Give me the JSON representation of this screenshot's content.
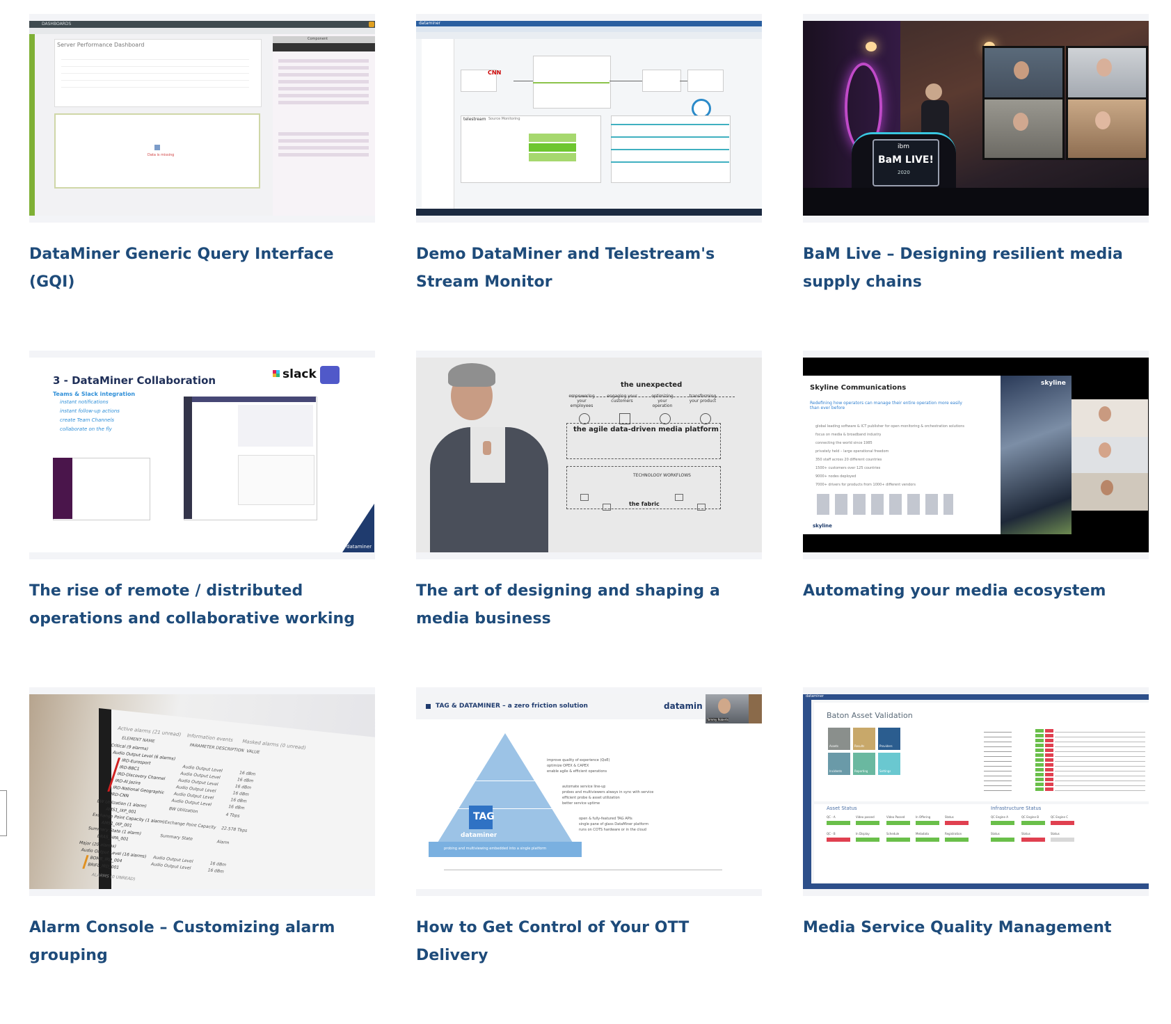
{
  "cards": [
    {
      "title": "DataMiner Generic Query Interface (GQI)",
      "thumbnail": {
        "app_header": "DASHBOARDS",
        "dashboard_title": "Server Performance Dashboard",
        "side_tab": "Component",
        "error_text": "Data is missing"
      }
    },
    {
      "title": "Demo DataMiner and Telestream's Stream Monitor",
      "thumbnail": {
        "app_header": "dataminer",
        "brand_left": "CNN",
        "telestream_label": "telestream",
        "source_monitoring": "Source Monitoring"
      }
    },
    {
      "title": "BaM Live – Designing resilient media supply chains",
      "thumbnail": {
        "desk_sign_main": "BaM LIVE!",
        "desk_sign_year": "2020",
        "desk_sign_brand": "ibm"
      }
    },
    {
      "title": "The rise of remote / distributed operations and collaborative working",
      "thumbnail": {
        "slide_title": "3 - DataMiner Collaboration",
        "slack_label": "slack",
        "subtitle": "Teams & Slack integration",
        "bullets": [
          "instant notifications",
          "instant follow-up actions",
          "create Team Channels",
          "collaborate on the fly"
        ],
        "footer_brand": "dataminer"
      }
    },
    {
      "title": "The art of designing and shaping a media business",
      "thumbnail": {
        "headline": "the unexpected",
        "pillars": [
          "empowering your employees",
          "engaging your customers",
          "optimizing your operation",
          "transforming your product"
        ],
        "platform": "the agile data-driven media platform",
        "workflows": "TECHNOLOGY WORKFLOWS",
        "fabric": "the fabric"
      }
    },
    {
      "title": "Automating your media ecosystem",
      "thumbnail": {
        "slide_title": "Skyline Communications",
        "tagline": "Redefining how operators can manage their entire operation more easily than ever before",
        "bullets": [
          "global leading software & ICT publisher for open monitoring & orchestration solutions",
          "focus on media & broadband industry",
          "connecting the world since 1985",
          "privately held – large operational freedom",
          "350 staff across 20 different countries",
          "1500+ customers over 125 countries",
          "9000+ nodes deployed",
          "7000+ drivers for products from 1000+ different vendors"
        ],
        "logo": "skyline"
      }
    },
    {
      "title": "Alarm Console – Customizing alarm grouping",
      "thumbnail": {
        "tabs": [
          "Active alarms (21 unread)",
          "Information events",
          "Masked alarms (0 unread)"
        ],
        "columns": [
          "ELEMENT NAME",
          "PARAMETER DESCRIPTION",
          "VALUE"
        ],
        "rows": [
          [
            "Critical (9 alarms)",
            "",
            ""
          ],
          [
            "Audio Output Level (6 alarms)",
            "",
            ""
          ],
          [
            "IRD-Eurosport",
            "Audio Output Level",
            "16 dBm"
          ],
          [
            "IRD-BBC1",
            "Audio Output Level",
            "16 dBm"
          ],
          [
            "IRD-Discovery Channel",
            "Audio Output Level",
            "16 dBm"
          ],
          [
            "IRD-Al Jazira",
            "Audio Output Level",
            "16 dBm"
          ],
          [
            "IRD-National Geographic",
            "Audio Output Level",
            "16 dBm"
          ],
          [
            "IRD-CNN",
            "Audio Output Level",
            "16 dBm"
          ],
          [
            "BW Utilization (1 alarm)",
            "BW Utilization",
            "4 Tbps"
          ],
          [
            "AMS1_IXP_001",
            "",
            ""
          ],
          [
            "Exchange Point Capacity (1 alarm)",
            "Exchange Point Capacity",
            "22.578 Tbps"
          ],
          [
            "AMS1_IXP_001",
            "",
            ""
          ],
          [
            "Summary State (1 alarm)",
            "Summary State",
            "Alarm"
          ],
          [
            "BRAS_HPA_001",
            "",
            ""
          ],
          [
            "Major (20 alarms)",
            "",
            ""
          ],
          [
            "Audio Output Level (16 alarms)",
            "Audio Output Level",
            "16 dBm"
          ],
          [
            "BOMB_IRD_004",
            "Audio Output Level",
            "16 dBm"
          ],
          [
            "BRIFL_IRD_001",
            "",
            ""
          ]
        ],
        "footer": "ALARMS (0 UNREAD)"
      }
    },
    {
      "title": "How to Get Control of Your OTT Delivery",
      "thumbnail": {
        "slide_title": "TAG & DATAMINER – a zero friction solution",
        "brand_right": "datamin",
        "speaker_label": "Tommy Roberts",
        "tag_label": "TAG",
        "tag_sub": "dataminer",
        "pyramid_footer": "probing and multiviewing embedded into a single platform",
        "points": [
          [
            "improve quality of experience (QoE)",
            "optimize OPEX & CAPEX",
            "enable agile & efficient operations"
          ],
          [
            "automate service line-up",
            "probes and multiviewers always in sync with service",
            "efficient probe & asset utilization",
            "better service uptime"
          ],
          [
            "open & fully-featured TAG APIs",
            "single pane of glass DataMiner platform",
            "runs on COTS hardware or in the cloud"
          ]
        ]
      }
    },
    {
      "title": "Media Service Quality Management",
      "thumbnail": {
        "app_header": "dataminer",
        "panel_title": "Baton Asset Validation",
        "tiles": [
          "Assets",
          "Results",
          "Providers",
          "Incidents",
          "Reporting",
          "Settings"
        ],
        "asset_status": "Asset Status",
        "asset_labels": [
          "QC - A",
          "Video passed",
          "Video Passed",
          "In Offering",
          "Status",
          "QC - B",
          "In Display",
          "Schedule",
          "Metadata",
          "Registration"
        ],
        "infra_status": "Infrastructure Status",
        "infra_labels": [
          "QC Engine A",
          "QC Engine B",
          "QC Engine C",
          "Status",
          "Status",
          "Status"
        ]
      }
    }
  ]
}
